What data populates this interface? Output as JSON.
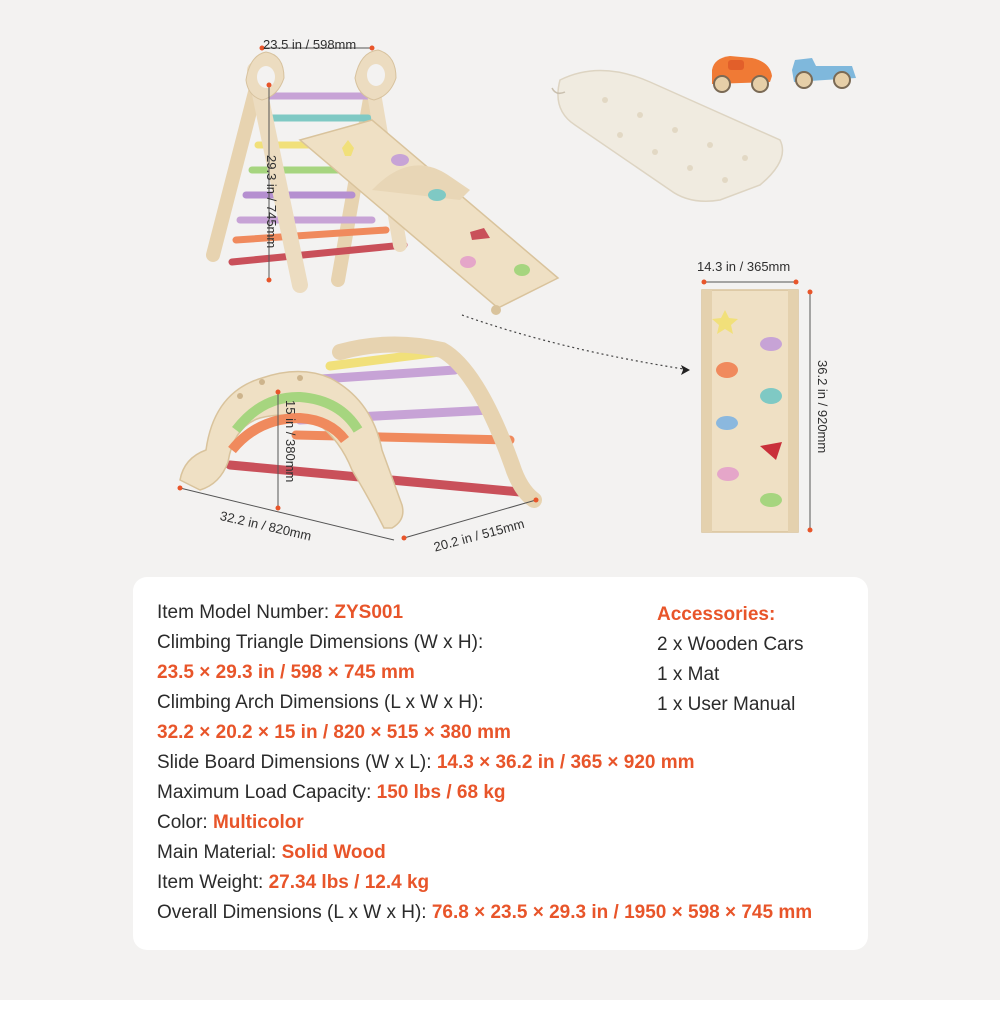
{
  "dimensions": {
    "triangle_width": "23.5 in / 598mm",
    "triangle_height": "29.3 in / 745mm",
    "board_width": "14.3 in / 365mm",
    "board_length": "36.2 in / 920mm",
    "arch_height": "15 in / 380mm",
    "arch_length": "32.2 in / 820mm",
    "arch_width": "20.2 in / 515mm"
  },
  "specs": {
    "model_label": "Item Model Number: ",
    "model_value": "ZYS001",
    "triangle_label": "Climbing Triangle Dimensions (W x H):",
    "triangle_value": "23.5 × 29.3 in / 598 × 745 mm",
    "arch_label": "Climbing Arch Dimensions (L x W x H):",
    "arch_value": "32.2 × 20.2 × 15 in / 820 × 515 × 380 mm",
    "slide_label": "Slide Board Dimensions (W x L): ",
    "slide_value": "14.3 × 36.2 in / 365 × 920 mm",
    "load_label": "Maximum Load Capacity: ",
    "load_value": "150 lbs / 68 kg",
    "color_label": "Color: ",
    "color_value": "Multicolor",
    "material_label": "Main Material: ",
    "material_value": "Solid Wood",
    "weight_label": "Item Weight: ",
    "weight_value": "27.34 lbs / 12.4 kg",
    "overall_label": "Overall Dimensions (L x W x H): ",
    "overall_value": "76.8 × 23.5 × 29.3 in / 1950 × 598 × 745 mm"
  },
  "accessories": {
    "title": "Accessories:",
    "items": [
      "2 x Wooden Cars",
      "1 x Mat",
      "1 x User Manual"
    ]
  },
  "colors": {
    "accent": "#e8552a",
    "wood": "#ecdcc0",
    "background": "#f3f2f1",
    "rungs": [
      "#c7a3d6",
      "#7fc9c4",
      "#f1e07a",
      "#a6d57f",
      "#f08a5d",
      "#c9505a"
    ]
  }
}
